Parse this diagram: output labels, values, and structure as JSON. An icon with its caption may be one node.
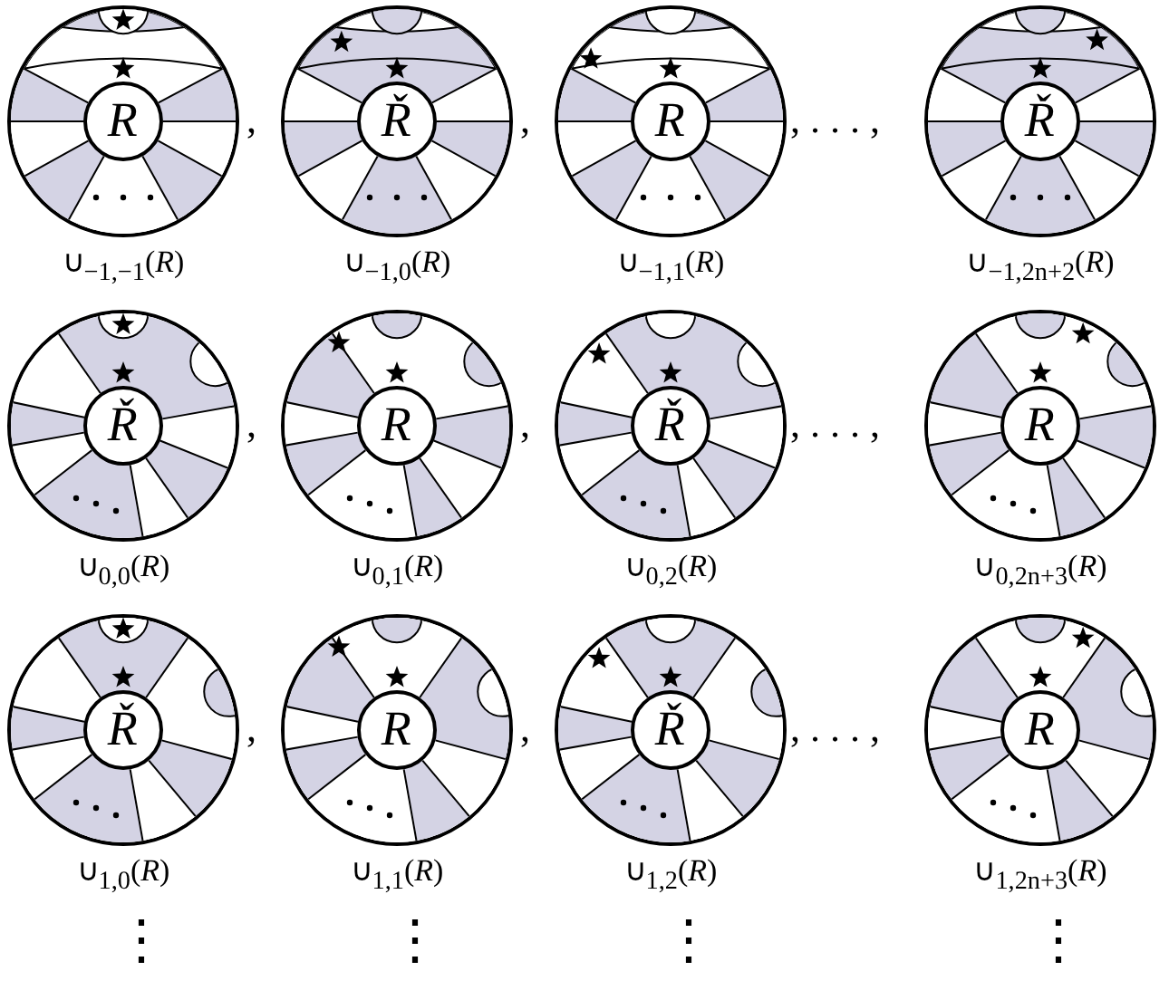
{
  "diagram": {
    "nodes": [
      {
        "text": [],
        "shape": "circle",
        "beside": [
          "∪$_{−1,−1}$(*R*)"
        ]
      },
      {
        "text": [
          "R"
        ],
        "in": 0
      },
      {
        "text": [],
        "shape": "circle",
        "beside": [
          "∪$_{−1,0}$(*R*)"
        ]
      },
      {
        "text": [
          "Ř"
        ],
        "in": 2
      },
      {
        "text": [],
        "shape": "circle",
        "beside": [
          "∪$_{−1,1}$(*R*)"
        ]
      },
      {
        "text": [
          "R"
        ],
        "in": 4
      },
      {
        "text": [],
        "shape": "circle",
        "beside": [
          "∪$_{−1,2n+2}$(*R*)"
        ]
      },
      {
        "text": [
          "Ř"
        ],
        "in": 6
      },
      {
        "text": [],
        "shape": "circle",
        "beside": [
          "∪$_{0,0}$(*R*)"
        ]
      },
      {
        "text": [
          "Ř"
        ],
        "in": 8
      },
      {
        "text": [],
        "shape": "circle",
        "beside": [
          "∪$_{0,1}$(*R*)"
        ]
      },
      {
        "text": [
          "R"
        ],
        "in": 10
      },
      {
        "text": [],
        "shape": "circle",
        "beside": [
          "∪$_{0,2}$(*R*)"
        ]
      },
      {
        "text": [
          "Ř"
        ],
        "in": 12
      },
      {
        "text": [],
        "shape": "circle",
        "beside": [
          "∪$_{0,2n+3}$(*R*)"
        ]
      },
      {
        "text": [
          "R"
        ],
        "in": 14
      },
      {
        "text": [],
        "shape": "circle",
        "beside": [
          "∪$_{1,0}$(*R*)"
        ]
      },
      {
        "text": [
          "Ř"
        ],
        "in": 16
      },
      {
        "text": [],
        "shape": "circle",
        "beside": [
          "∪$_{1,1}$(*R*)"
        ]
      },
      {
        "text": [
          "R"
        ],
        "in": 18
      },
      {
        "text": [],
        "shape": "circle",
        "beside": [
          "∪$_{1,2}$(*R*)"
        ]
      },
      {
        "text": [
          "Ř"
        ],
        "in": 20
      },
      {
        "text": [],
        "shape": "circle",
        "beside": [
          "∪$_{1,2n+3}$(*R*)"
        ]
      },
      {
        "text": [
          "R"
        ],
        "in": 22
      }
    ],
    "labels": [
      ",",
      ",",
      ", . . . ,",
      ",",
      ",",
      ", . . . ,",
      ",",
      ",",
      ", . . . ,",
      "⋮",
      "⋮",
      "⋮",
      "⋮"
    ]
  }
}
